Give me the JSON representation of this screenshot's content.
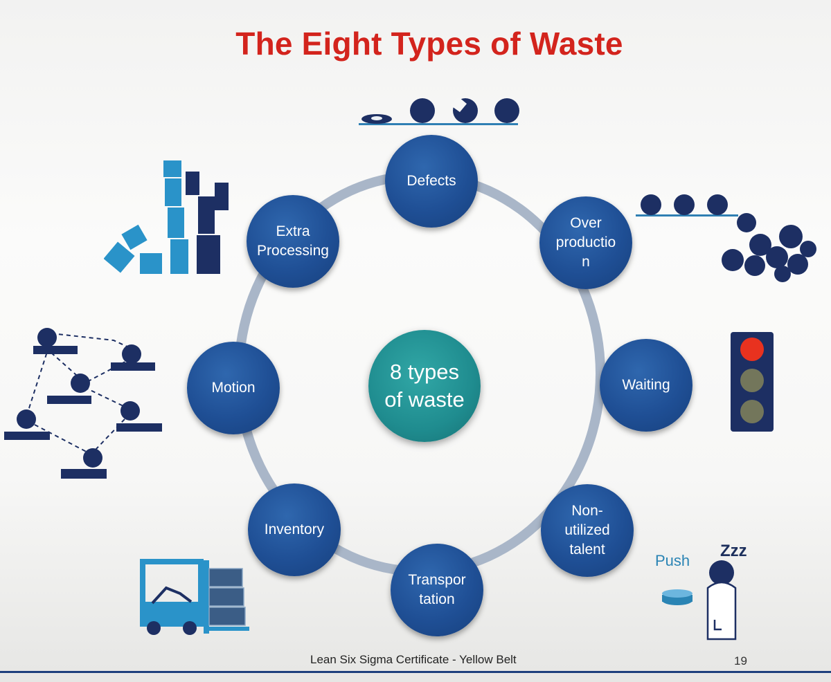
{
  "slide": {
    "title": "The Eight Types of Waste",
    "center_label": "8 types\nof waste",
    "footer": "Lean Six Sigma Certificate - Yellow Belt",
    "page_number": "19"
  },
  "nodes": [
    {
      "label": "Defects"
    },
    {
      "label": "Over\nproductio\nn"
    },
    {
      "label": "Waiting"
    },
    {
      "label": "Non-\nutilized\ntalent"
    },
    {
      "label": "Transpor\ntation"
    },
    {
      "label": "Inventory"
    },
    {
      "label": "Motion"
    },
    {
      "label": "Extra\nProcessing"
    }
  ],
  "illustrations": {
    "push_label": "Push",
    "zzz_label": "Zzz"
  },
  "colors": {
    "title": "#d3241d",
    "node_blue": "#1f4f95",
    "center_teal": "#1f8c8f",
    "ring": "#a9b6c8",
    "traffic_red": "#e8321f"
  }
}
